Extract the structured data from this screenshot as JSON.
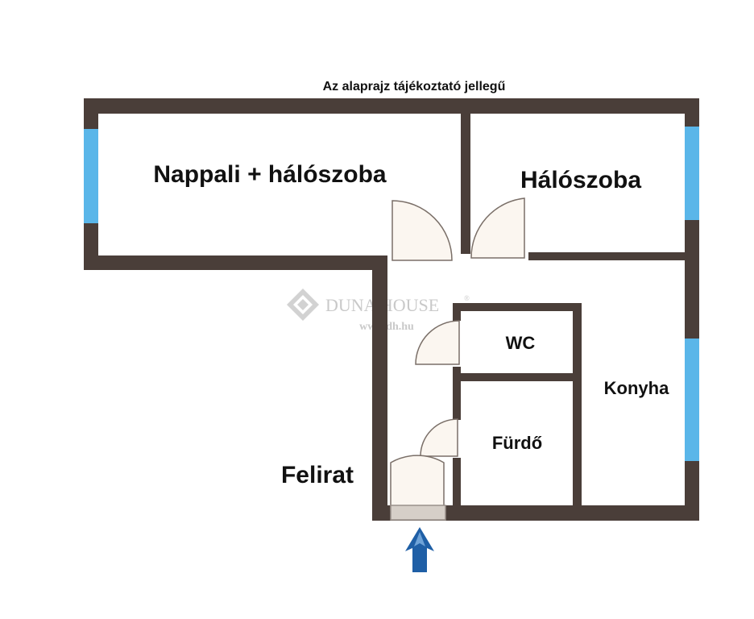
{
  "header": {
    "note": "Az alaprajz tájékoztató jellegű"
  },
  "rooms": {
    "nappali": "Nappali + hálószoba",
    "haloszoba": "Hálószoba",
    "wc": "WC",
    "konyha": "Konyha",
    "furdo": "Fürdő",
    "felirat": "Felirat"
  },
  "watermark": {
    "brand": "DUNA HOUSE",
    "registered": "®",
    "url": "www.dh.hu"
  },
  "colors": {
    "wall": "#4a3e39",
    "window": "#5ab6e9",
    "door_fill": "#fbf6f0",
    "door_stroke": "#7a6f68",
    "entrance_arrow": "#1f5fa6",
    "watermark": "#c9c9c9"
  },
  "icons": {
    "entrance": "up-arrow-icon",
    "watermark_logo": "diamond-logo-icon"
  }
}
